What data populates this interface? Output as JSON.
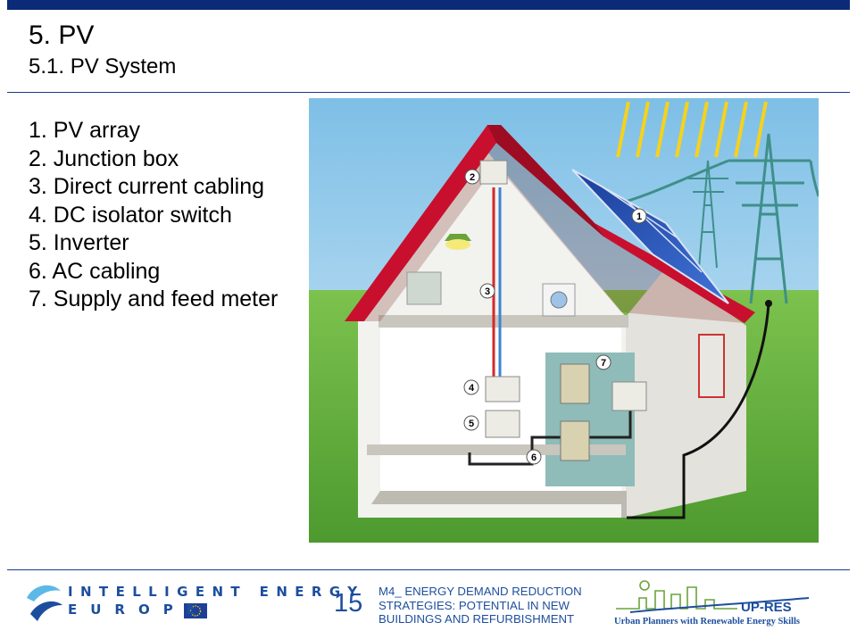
{
  "slide": {
    "title": "5. PV",
    "subtitle": "5.1. PV System",
    "items": [
      "1. PV array",
      "2. Junction box",
      "3. Direct current cabling",
      "4. DC isolator switch",
      "5. Inverter",
      "6. AC cabling",
      "7. Supply and feed meter"
    ]
  },
  "figure": {
    "callouts": [
      "1",
      "2",
      "3",
      "4",
      "5",
      "6",
      "7"
    ]
  },
  "footer": {
    "ie_line1": "INTELLIGENT ENERGY",
    "ie_line2": "EUROPE",
    "page_number": "15",
    "module_line1": "M4_ ENERGY DEMAND REDUCTION",
    "module_line2": "STRATEGIES: POTENTIAL IN NEW",
    "module_line3": "BUILDINGS AND REFURBISHMENT",
    "upres_name": "UP-RES",
    "upres_tagline": "Urban Planners with Renewable Energy Skills"
  },
  "colors": {
    "brand_blue": "#1d4e9e",
    "bar_navy": "#0b2a78",
    "roof_red": "#c8102e",
    "sky_blue": "#8fc6e6",
    "grass_green": "#5fa83a"
  }
}
